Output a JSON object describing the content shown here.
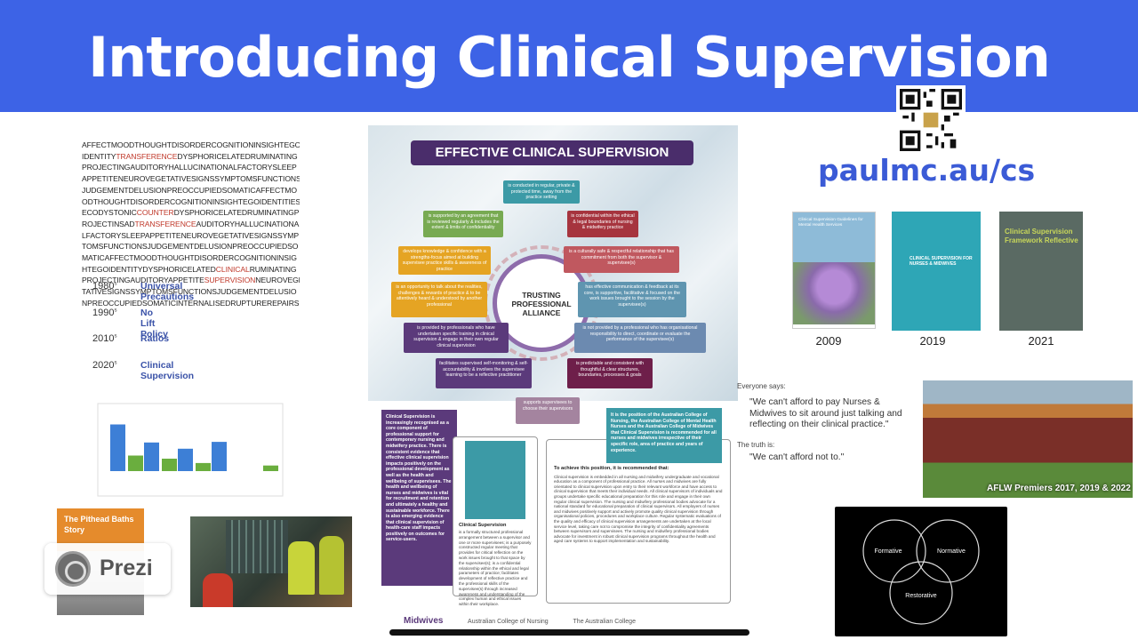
{
  "header": {
    "title": "Introducing Clinical Supervision"
  },
  "link": {
    "url": "paulmc.au/cs"
  },
  "word_wall": [
    [
      {
        "t": "AFFECTMOODTHOUGHTDISORDERCOGNITIONINSIGHTEGO"
      }
    ],
    [
      {
        "t": "IDENTITY"
      },
      {
        "t": "TRANSFERENCE",
        "h": true
      },
      {
        "t": "DYSPHORICELATEDRUMINATING"
      }
    ],
    [
      {
        "t": "PROJECTINGAUDITORYHALLUCINATIONALFACTORYSLEEP"
      }
    ],
    [
      {
        "t": "APPETITENEUROVEGETATIVESIGNSSYMPTOMSFUNCTIONS"
      }
    ],
    [
      {
        "t": "JUDGEMENTDELUSIONPREOCCUPIEDSOMATICAFFECTMO"
      }
    ],
    [
      {
        "t": "ODTHOUGHTDISORDERCOGNITIONINSIGHTEGOIDENTITIES"
      }
    ],
    [
      {
        "t": "ECODYSTONIC"
      },
      {
        "t": "COUNTER",
        "h": true
      },
      {
        "t": "DYSPHORICELATEDRUMINATINGP"
      }
    ],
    [
      {
        "t": "ROJECTINSAD"
      },
      {
        "t": "TRANSFERENCE",
        "h": true
      },
      {
        "t": "AUDITORYHALLUCINATIONA"
      }
    ],
    [
      {
        "t": "LFACTORYSLEEPAPPETITENEUROVEGETATIVESIGNSSYMP"
      }
    ],
    [
      {
        "t": "TOMSFUNCTIONSJUDGEMENTDELUSIONPREOCCUPIEDSO"
      }
    ],
    [
      {
        "t": "MATICAFFECTMOODTHOUGHTDISORDERCOGNITIONINSIG"
      }
    ],
    [
      {
        "t": "HTEGOIDENTITYDYSPHORICELATED"
      },
      {
        "t": "CLINICAL",
        "h": true
      },
      {
        "t": "RUMINATING"
      }
    ],
    [
      {
        "t": "PROJECTINGAUDITORYAPPETITE"
      },
      {
        "t": "SUPERVISION",
        "h": true
      },
      {
        "t": "NEUROVEGE"
      }
    ],
    [
      {
        "t": "TATIVESIGNSSYMPTOMSFUNCTIONSJUDGEMENTDELUSIO"
      }
    ],
    [
      {
        "t": "NPREOCCUPIEDSOMATICINTERNALISEDRUPTUREREPAIRS"
      }
    ]
  ],
  "timeline": [
    {
      "year": "1980",
      "suffix": "s",
      "label": "Universal Precautions"
    },
    {
      "year": "1990",
      "suffix": "s",
      "label": "No Lift Policy"
    },
    {
      "year": "2010",
      "suffix": "s",
      "label": "Ratios"
    },
    {
      "year": "2020",
      "suffix": "s",
      "label": "Clinical Supervision"
    }
  ],
  "mini_chart": {
    "groups": 5,
    "series": [
      {
        "color": "#3d7fd6",
        "values": [
          75,
          46,
          36,
          47,
          0
        ]
      },
      {
        "color": "#6aae3e",
        "values": [
          25,
          20,
          13,
          0,
          9
        ]
      }
    ]
  },
  "pithead": {
    "title": "The Pithead Baths Story"
  },
  "prezi": {
    "label": "Prezi"
  },
  "poster": {
    "title": "EFFECTIVE CLINICAL SUPERVISION",
    "center": "TRUSTING PROFESSIONAL ALLIANCE",
    "cards": [
      {
        "t": "is conducted in regular, private & protected time, away from the practice setting",
        "c": "c-teal"
      },
      {
        "t": "is supported by an agreement that is reviewed regularly & includes the extent & limits of confidentiality",
        "c": "c-green"
      },
      {
        "t": "is confidential within the ethical & legal boundaries of nursing & midwifery practice",
        "c": "c-red"
      },
      {
        "t": "develops knowledge & confidence with a strengths-focus aimed at building supervisee practice skills & awareness of practice",
        "c": "c-yellow"
      },
      {
        "t": "is a culturally safe & respectful relationship that has commitment from both the supervisor & supervisee(s)",
        "c": "c-rose"
      },
      {
        "t": "is an opportunity to talk about the realities, challenges & rewards of practice & to be attentively heard & understood by another professional",
        "c": "c-yellow"
      },
      {
        "t": "has effective communication & feedback at its core, is supportive, facilitative & focused on the work issues brought to the session by the supervisee(s)",
        "c": "c-slate"
      },
      {
        "t": "is provided by professionals who have undertaken specific training in clinical supervision & engage in their own regular clinical supervision",
        "c": "c-purple"
      },
      {
        "t": "is not provided by a professional who has organisational responsibility to direct, coordinate or evaluate the performance of the supervisee(s)",
        "c": "c-blue"
      },
      {
        "t": "facilitates supervised self-monitoring & self-accountability & involves the supervisee learning to be a reflective practitioner",
        "c": "c-purple"
      },
      {
        "t": "is predictable and consistent with thoughtful & clear structures, boundaries, processes & goals",
        "c": "c-plum"
      },
      {
        "t": "supports supervisees to choose their supervisors",
        "c": "c-mauve"
      }
    ],
    "left_panel": "Clinical Supervision is increasingly recognised as a core component of professional support for contemporary nursing and midwifery practice. There is consistent evidence that effective clinical supervision impacts positively on the professional development as well as the health and wellbeing of supervisees. The health and wellbeing of nurses and midwives is vital for recruitment and retention and ultimately a healthy and sustainable workforce. There is also emerging evidence that clinical supervision of health-care staff impacts positively on outcomes for service-users.",
    "mid_heading": "Clinical Supervision",
    "mid_body": "is a formally structured professional arrangement between a supervisor and one or more supervisees; is a purposely constructed regular meeting that provides for critical reflection on the work issues brought to that space by the supervisee(s); is a confidential relationship within the ethical and legal parameters of practice; facilitates development of reflective practice and the professional skills of the supervisee(s) through increased awareness and understanding of the complex human and ethical issues within their workplace.",
    "right_panel": "It is the position of the Australian College of Nursing, the Australian College of Mental Health Nurses and the Australian College of Midwives that Clinical Supervision is recommended for all nurses and midwives irrespective of their specific role, area of practice and years of experience.",
    "rbox_heading": "To achieve this position, it is recommended that:",
    "rbox_body": "Clinical supervision is embedded in all nursing and midwifery undergraduate and vocational education as a component of professional practice. All nurses and midwives are fully orientated to clinical supervision upon entry to their relevant workforce and have access to clinical supervision that meets their individual needs. All clinical supervisors of individuals and groups undertake specific educational preparation for this role and engage in their own regular clinical supervision. The nursing and midwifery professional bodies advocate for a national standard for educational preparation of clinical supervisors. All employers of nurses and midwives positively support and actively promote quality clinical supervision through organisational policies, procedures and workplace culture. Regular systematic evaluations of the quality and efficacy of clinical supervision arrangements are undertaken at the local service level, taking care not to compromise the integrity of confidentiality agreements between supervisors and supervisees. The nursing and midwifery professional bodies advocate for investment in robust clinical supervision programs throughout the health and aged care systems to support implementation and sustainability.",
    "logos": [
      "Midwives",
      "Australian College of Nursing",
      "The Australian College"
    ]
  },
  "documents": [
    {
      "title": "Clinical Supervision Guidelines for Mental Health Services",
      "year": "2009"
    },
    {
      "title": "CLINICAL SUPERVISION FOR NURSES & MIDWIVES",
      "year": "2019"
    },
    {
      "title": "Clinical Supervision Framework Reflective",
      "year": "2021"
    }
  ],
  "quotes": {
    "everyone_says": "Everyone says:",
    "quote1": "\"We can't afford to pay Nurses & Midwives to sit around just talking and reflecting on their clinical practice.\"",
    "truth_is": "The truth is:",
    "quote2": "\"We can't afford not to.\""
  },
  "team_caption": "AFLW Premiers 2017, 2019 & 2022",
  "venn": {
    "a": "Formative",
    "b": "Normative",
    "c": "Restorative"
  }
}
